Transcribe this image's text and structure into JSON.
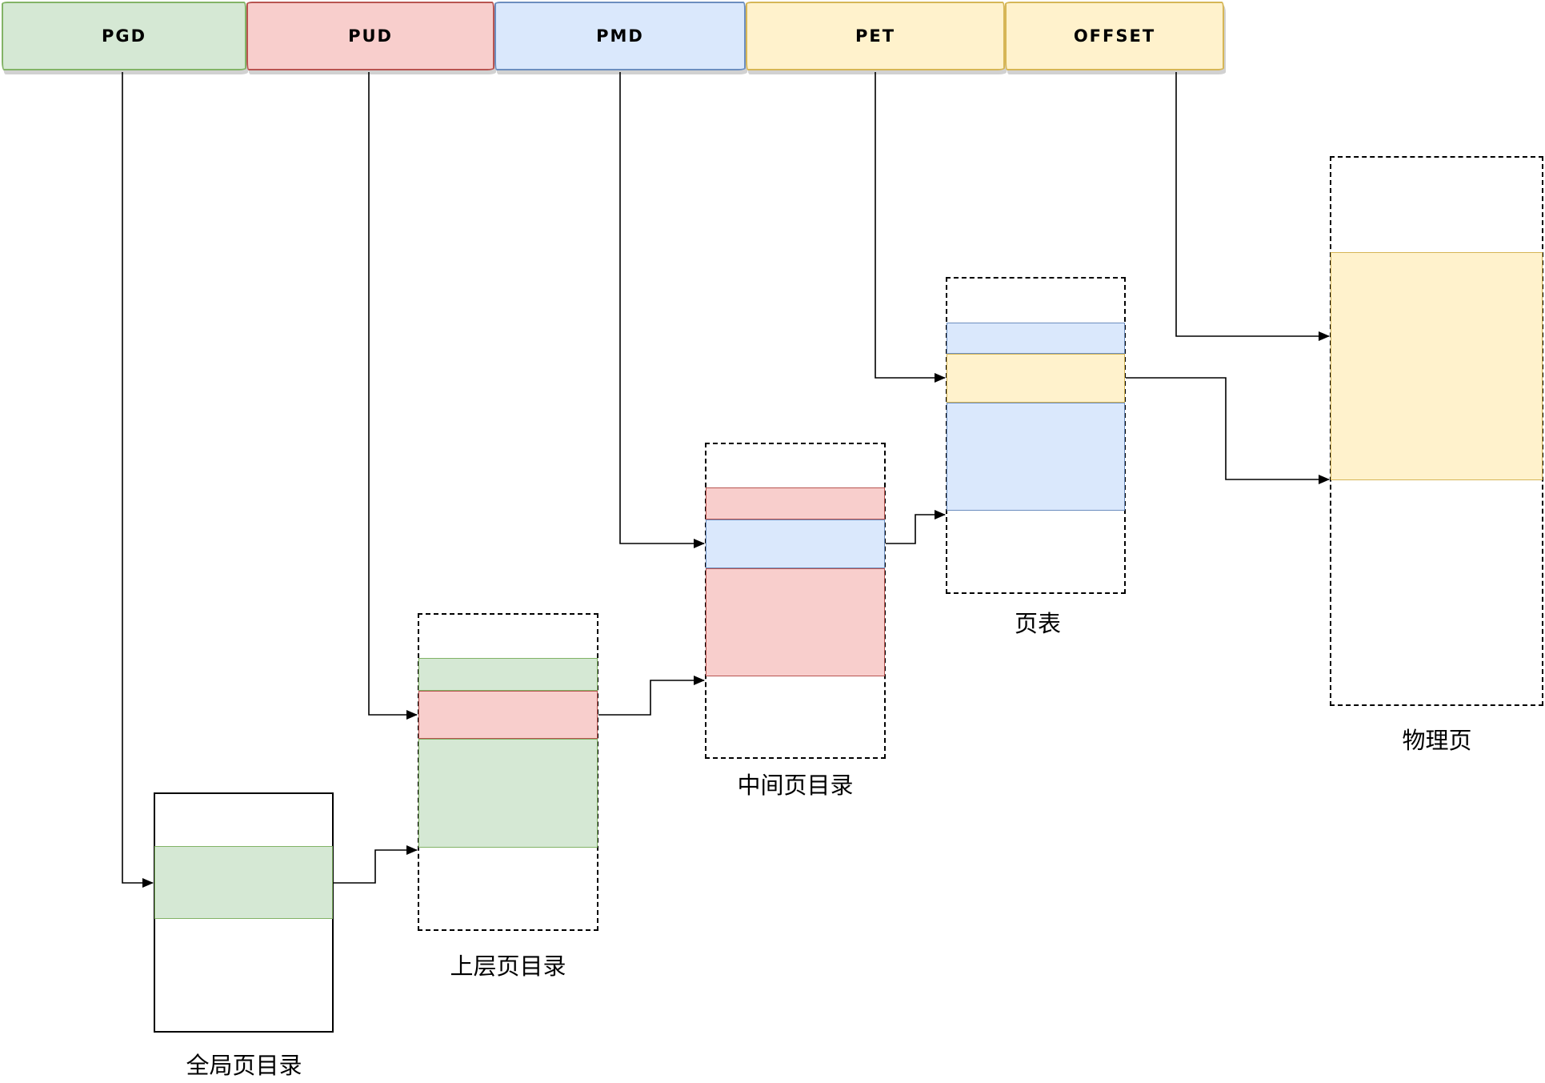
{
  "diagram": {
    "kind": "linux-virtual-address-translation",
    "address_bar": {
      "fields": [
        {
          "label": "PGD",
          "fill": "#d5e8d4",
          "border": "#82b366"
        },
        {
          "label": "PUD",
          "fill": "#f8cecc",
          "border": "#b85450"
        },
        {
          "label": "PMD",
          "fill": "#dae8fc",
          "border": "#6c8ebf"
        },
        {
          "label": "PET",
          "fill": "#fff2cc",
          "border": "#d6b656"
        },
        {
          "label": "OFFSET",
          "fill": "#fff2cc",
          "border": "#d6b656"
        }
      ]
    },
    "tables": {
      "global_dir": {
        "label": "全局页目录",
        "border_style": "solid",
        "highlight_colors": [
          "#d5e8d4"
        ]
      },
      "upper_dir": {
        "label": "上层页目录",
        "border_style": "dashed",
        "highlight_colors": [
          "#d5e8d4",
          "#f8cecc",
          "#d5e8d4"
        ]
      },
      "middle_dir": {
        "label": "中间页目录",
        "border_style": "dashed",
        "highlight_colors": [
          "#f8cecc",
          "#dae8fc",
          "#f8cecc"
        ]
      },
      "page_table": {
        "label": "页表",
        "border_style": "dashed",
        "highlight_colors": [
          "#dae8fc",
          "#fff2cc",
          "#dae8fc"
        ]
      },
      "physical_page": {
        "label": "物理页",
        "border_style": "dashed",
        "highlight_colors": [
          "#fff2cc"
        ]
      }
    },
    "connectors": {
      "color": "#000000",
      "list": [
        "PGD → 全局页目录 highlighted entry",
        "全局页目录 entry → 上层页目录",
        "PUD → 上层页目录 highlighted entry",
        "上层页目录 entry → 中间页目录",
        "PMD → 中间页目录 highlighted entry",
        "中间页目录 entry → 页表",
        "PET → 页表 highlighted entry",
        "页表 entry → 物理页",
        "OFFSET → 物理页"
      ]
    }
  }
}
